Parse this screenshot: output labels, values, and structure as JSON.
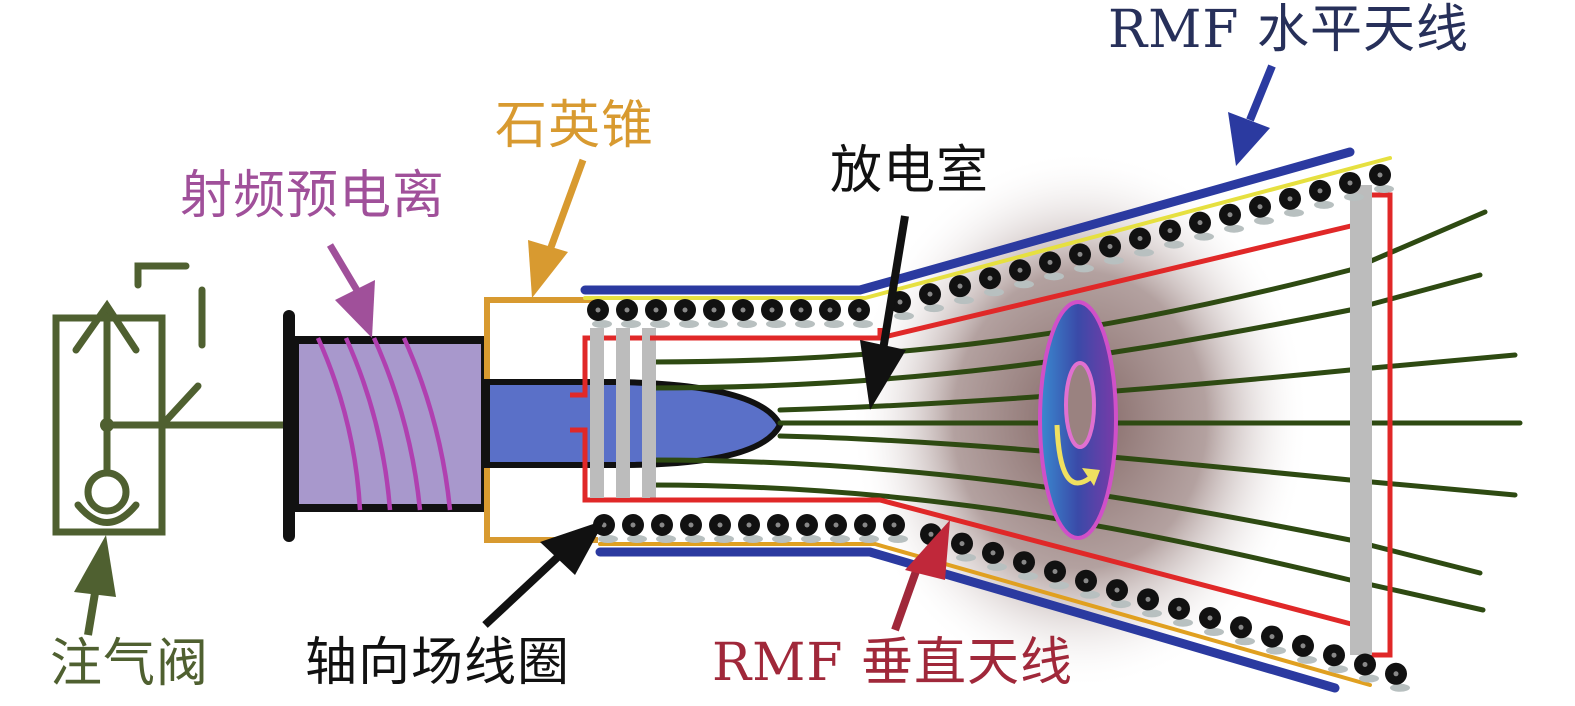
{
  "title": "RMF plasma thruster schematic",
  "labels": {
    "gas_valve": "注气阀",
    "rf_preionization": "射频预电离",
    "quartz_cone": "石英锥",
    "discharge_chamber": "放电室",
    "axial_field_coil": "轴向场线圈",
    "rmf_vertical_antenna": "RMF 垂直天线",
    "rmf_horizontal_antenna": "RMF 水平天线"
  },
  "colors": {
    "gas_valve": "#4f6030",
    "rf_preionization": "#a0509a",
    "quartz_cone": "#d89a30",
    "discharge_chamber": "#111111",
    "axial_field_coil": "#111111",
    "rmf_vertical_antenna": "#a0283a",
    "rmf_horizontal_antenna": "#27305a",
    "horizontal_antenna_bar": "#2b3aa0",
    "vertical_antenna_line": "#e02828",
    "field_lines": "#2e4a12",
    "rf_coil": "#b040b0",
    "rf_chamber_fill": "#a898cc",
    "plasma_jet": "#5a70c8",
    "plasma_glow": "#8a6a68",
    "coil_conductor": "#111111"
  }
}
